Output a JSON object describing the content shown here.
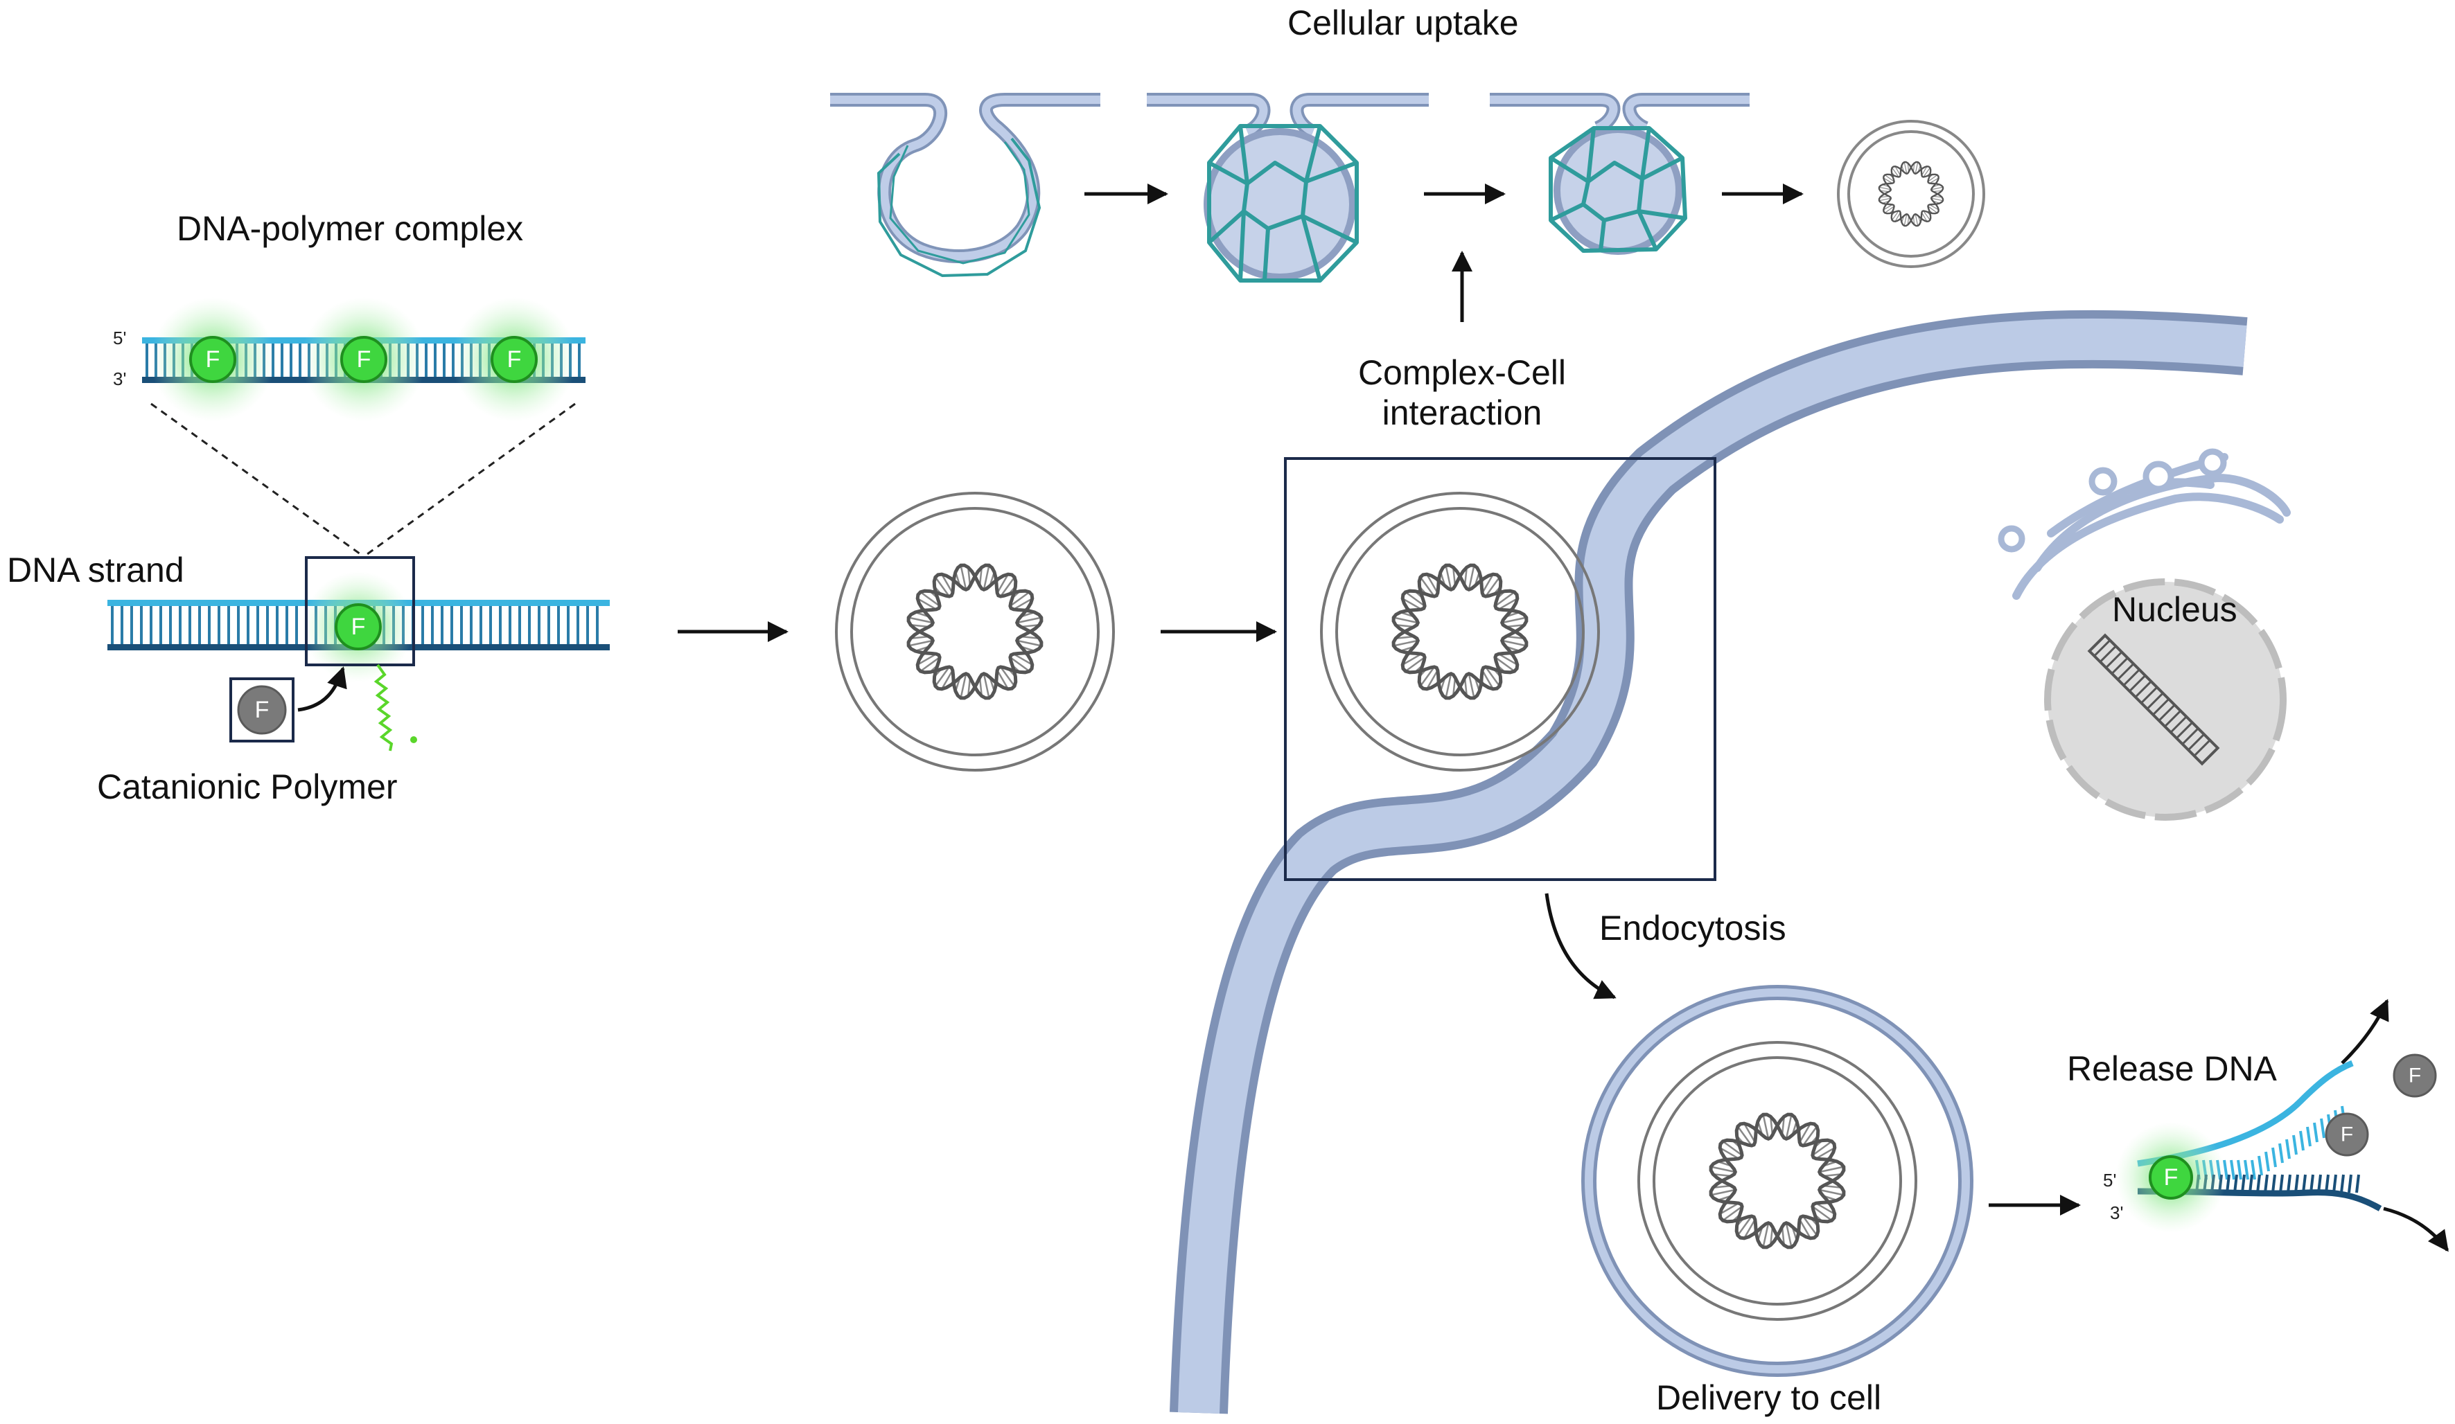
{
  "labels": {
    "cellular_uptake": "Cellular uptake",
    "dna_polymer_complex": "DNA-polymer complex",
    "dna_strand": "DNA strand",
    "catanionic_polymer": "Catanionic Polymer",
    "complex_cell_interaction_line1": "Complex-Cell",
    "complex_cell_interaction_line2": "interaction",
    "nucleus": "Nucleus",
    "endocytosis": "Endocytosis",
    "release_dna": "Release DNA",
    "delivery_to_cell": "Delivery to cell",
    "strand_5": "5'",
    "strand_3": "3'",
    "fluor_letter": "F"
  },
  "colors": {
    "upper_strand": "#3bb4e0",
    "lower_strand": "#1a4f78",
    "membrane_fill": "#b9c8e4",
    "membrane_edge": "#8094b8",
    "clathrin": "#2f9c9c",
    "fluor_green": "#3fd63f",
    "fluor_halo": "#8fe88f",
    "neutral_gray": "#777777",
    "frame": "#1b2a4a"
  }
}
